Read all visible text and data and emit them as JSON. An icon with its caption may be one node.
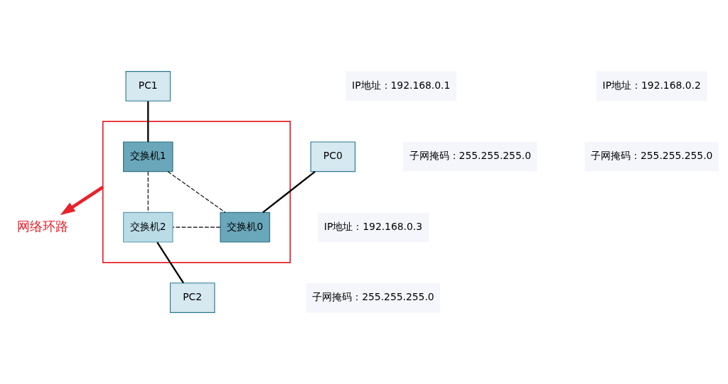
{
  "diagram": {
    "nodes": [
      {
        "text": [
          "PC1"
        ]
      },
      {
        "text": [],
        "shape": "box"
      },
      {
        "text": [
          "交换机1"
        ],
        "in": 1
      },
      {
        "text": [
          "交换机0"
        ],
        "in": 1
      },
      {
        "text": [
          "交换机2"
        ],
        "in": 1
      },
      {
        "text": [
          "PC0"
        ]
      },
      {
        "text": [
          "PC2"
        ]
      },
      {
        "text": [
          "网络环路"
        ]
      }
    ],
    "edges": [
      {
        "from": 0,
        "to": 2,
        "arrow": "none"
      },
      {
        "from": 2,
        "to": 3,
        "arrow": "none",
        "style": "dashed"
      },
      {
        "from": 2,
        "to": 4,
        "arrow": "none",
        "style": "dashed"
      },
      {
        "from": 5,
        "to": 3,
        "arrow": "none"
      },
      {
        "from": 3,
        "to": 4,
        "arrow": "none",
        "style": "dashed"
      },
      {
        "from": 4,
        "to": 6,
        "arrow": "none"
      },
      {
        "from": 1,
        "to": 7,
        "arrow": "to",
        "style": "thick",
        "color": "#e8222a"
      }
    ],
    "labels": [
      "IP地址：192.168.0.2",
      "子网掩码：255.255.255.0",
      "IP地址：192.168.0.1",
      "子网掩码：255.255.255.0",
      "IP地址：192.168.0.3",
      "子网掩码：255.255.255.0"
    ]
  }
}
